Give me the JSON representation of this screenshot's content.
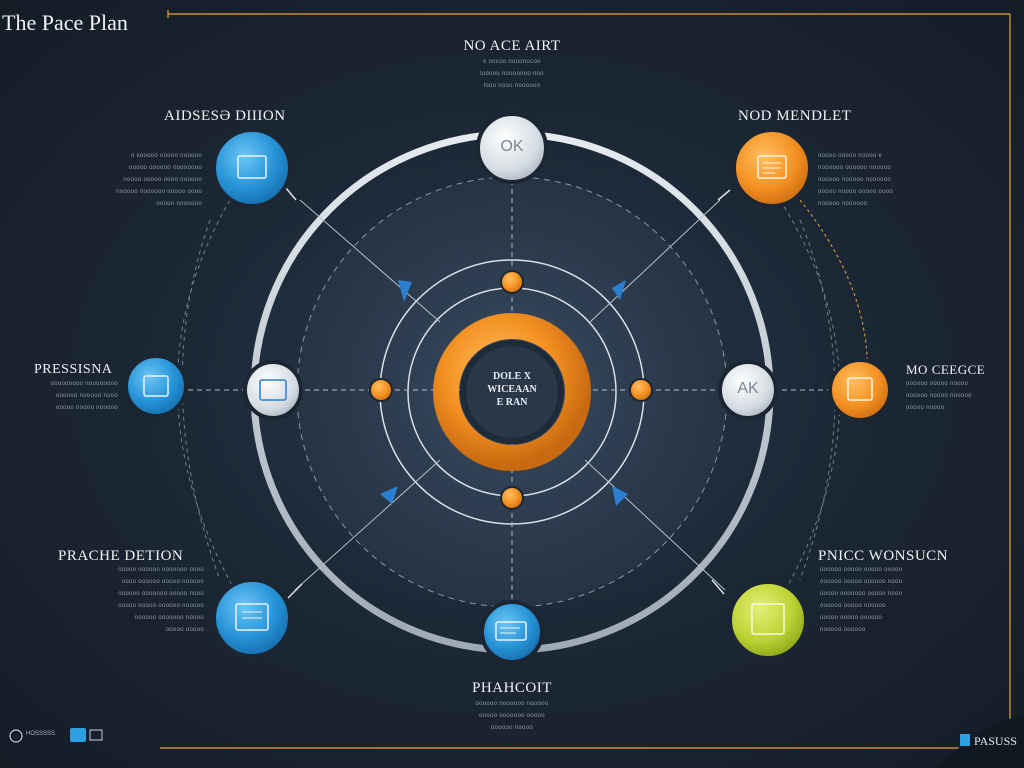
{
  "title": "The Pace Plan",
  "center": {
    "lines": [
      "DOLE X",
      "WICEAAN",
      "E RAN"
    ]
  },
  "nodes": {
    "top": {
      "heading": "NO ACE AIRT",
      "icon_text": "OK",
      "desc": [
        "ĸ nocoo nooonocoo",
        "loooou noooonoo noo",
        "looo nooo noooooo"
      ]
    },
    "top_left": {
      "heading": "AIDSESƏ DIIION",
      "desc": [
        "o ĸooooo noooo nooooo",
        "ooooo oooooo nooooooo",
        "noooo ooooo oooo nooooo",
        "nooooo noooooo noooo oooo",
        "ooooo noooooo"
      ]
    },
    "top_right": {
      "heading": "NOD MENDLET",
      "desc": [
        "ooooo ooooo noooo ĸ",
        "noooooo oooooo nooooo",
        "oooooo nooooo noooooo",
        "ooooo noooo ooooo oooo",
        "nooooo noooooo"
      ]
    },
    "left": {
      "heading": "PRESSISNA",
      "desc": [
        "ooooooooo noooooooo",
        "oooooo nooooo nooo",
        "ooooo noooo nooooo"
      ]
    },
    "right": {
      "heading": "MO CEEGCE",
      "desc": [
        "oooooo ooooo noooo",
        "oooooo noooo nooooo",
        "ooooo noooo"
      ]
    },
    "bottom_left": {
      "heading": "PRACHE DETION",
      "desc": [
        "ooooo oooooo ooooooo oooo",
        "oooo oooooo ooooo nooooo",
        "oooooo ooooooo ooooo nooo",
        "ooooo noooo oooooo nooooo",
        "nooooo ooooooo noooo",
        "ooooo ooooo"
      ]
    },
    "bottom_right": {
      "heading": "PNICC WONSUCN",
      "desc": [
        "oooooo ooooo ooooo ooooo",
        "oooooo ooooo oooooo nooo",
        "ooooo ooooooo ooooo nooo",
        "oooooo ooooo nooooo",
        "ooooo ooooo oooooo",
        "nooooo oooooo"
      ]
    },
    "bottom": {
      "heading": "PHAHCOIT",
      "desc": [
        "oooooo noooooo nooooo",
        "ooooo ooooooo ooooo",
        "oooooo noooo"
      ]
    },
    "left_inner": {
      "icon_text": ""
    },
    "right_inner": {
      "icon_text": "AK"
    }
  },
  "footer": {
    "left_text": "HOSSSSS",
    "brand": "PASUSS"
  },
  "colors": {
    "blue": "#2e9fe0",
    "orange": "#f39a2a",
    "lime": "#b9d234",
    "gray": "#d6dde4",
    "ring": "#c9d2dc",
    "accent_line": "#e8a530"
  }
}
